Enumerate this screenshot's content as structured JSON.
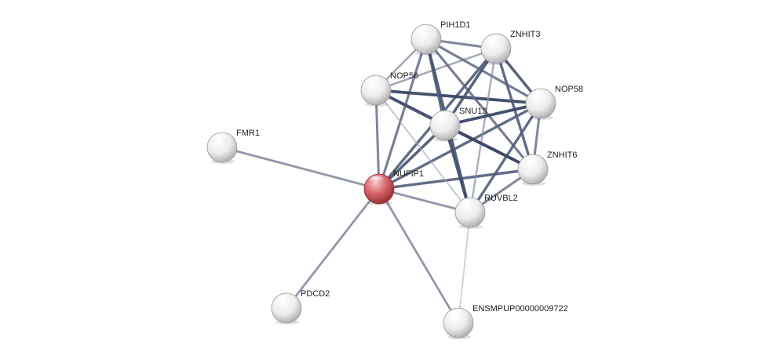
{
  "network": {
    "query_protein": "NUFIP1",
    "nodes": [
      {
        "id": "NUFIP1",
        "label": "NUFIP1",
        "color": "#cc4f56",
        "query": true
      },
      {
        "id": "FMR1",
        "label": "FMR1",
        "color": "#e9e9e9",
        "query": false
      },
      {
        "id": "PDCD2",
        "label": "PDCD2",
        "color": "#e9e9e9",
        "query": false
      },
      {
        "id": "ENSMPUP00000009722",
        "label": "ENSMPUP00000009722",
        "color": "#e9e9e9",
        "query": false
      },
      {
        "id": "RUVBL2",
        "label": "RUVBL2",
        "color": "#e9e9e9",
        "query": false
      },
      {
        "id": "ZNHIT6",
        "label": "ZNHIT6",
        "color": "#e9e9e9",
        "query": false
      },
      {
        "id": "NOP58",
        "label": "NOP58",
        "color": "#e9e9e9",
        "query": false
      },
      {
        "id": "SNU13",
        "label": "SNU13",
        "color": "#e9e9e9",
        "query": false
      },
      {
        "id": "NOP56",
        "label": "NOP56",
        "color": "#e9e9e9",
        "query": false
      },
      {
        "id": "PIH1D1",
        "label": "PIH1D1",
        "color": "#e9e9e9",
        "query": false
      },
      {
        "id": "ZNHIT3",
        "label": "ZNHIT3",
        "color": "#e9e9e9",
        "query": false
      }
    ],
    "edges": [
      {
        "source": "NUFIP1",
        "target": "FMR1",
        "strength": 0.6
      },
      {
        "source": "NUFIP1",
        "target": "PDCD2",
        "strength": 0.6
      },
      {
        "source": "NUFIP1",
        "target": "ENSMPUP00000009722",
        "strength": 0.6
      },
      {
        "source": "NUFIP1",
        "target": "RUVBL2",
        "strength": 0.6
      },
      {
        "source": "NUFIP1",
        "target": "ZNHIT6",
        "strength": 0.85
      },
      {
        "source": "NUFIP1",
        "target": "NOP58",
        "strength": 0.85
      },
      {
        "source": "NUFIP1",
        "target": "SNU13",
        "strength": 0.9
      },
      {
        "source": "NUFIP1",
        "target": "NOP56",
        "strength": 0.7
      },
      {
        "source": "NUFIP1",
        "target": "PIH1D1",
        "strength": 0.75
      },
      {
        "source": "NUFIP1",
        "target": "ZNHIT3",
        "strength": 0.85
      },
      {
        "source": "ENSMPUP00000009722",
        "target": "RUVBL2",
        "strength": 0.2
      },
      {
        "source": "NOP56",
        "target": "RUVBL2",
        "strength": 0.25
      },
      {
        "source": "NOP56",
        "target": "PIH1D1",
        "strength": 0.5
      },
      {
        "source": "NOP56",
        "target": "ZNHIT3",
        "strength": 0.5
      },
      {
        "source": "NOP56",
        "target": "NOP58",
        "strength": 1.0
      },
      {
        "source": "NOP56",
        "target": "SNU13",
        "strength": 1.0
      },
      {
        "source": "NOP56",
        "target": "ZNHIT6",
        "strength": 0.9
      },
      {
        "source": "PIH1D1",
        "target": "ZNHIT3",
        "strength": 0.7
      },
      {
        "source": "PIH1D1",
        "target": "NOP58",
        "strength": 0.75
      },
      {
        "source": "PIH1D1",
        "target": "SNU13",
        "strength": 0.85
      },
      {
        "source": "PIH1D1",
        "target": "RUVBL2",
        "strength": 0.9
      },
      {
        "source": "PIH1D1",
        "target": "ZNHIT6",
        "strength": 0.75
      },
      {
        "source": "ZNHIT3",
        "target": "NOP58",
        "strength": 0.9
      },
      {
        "source": "ZNHIT3",
        "target": "SNU13",
        "strength": 0.9
      },
      {
        "source": "ZNHIT3",
        "target": "ZNHIT6",
        "strength": 0.85
      },
      {
        "source": "ZNHIT3",
        "target": "RUVBL2",
        "strength": 0.45
      },
      {
        "source": "NOP58",
        "target": "SNU13",
        "strength": 1.0
      },
      {
        "source": "NOP58",
        "target": "ZNHIT6",
        "strength": 0.7
      },
      {
        "source": "NOP58",
        "target": "RUVBL2",
        "strength": 0.85
      },
      {
        "source": "SNU13",
        "target": "ZNHIT6",
        "strength": 1.0
      },
      {
        "source": "SNU13",
        "target": "RUVBL2",
        "strength": 0.95
      },
      {
        "source": "ZNHIT6",
        "target": "RUVBL2",
        "strength": 0.7
      }
    ]
  }
}
